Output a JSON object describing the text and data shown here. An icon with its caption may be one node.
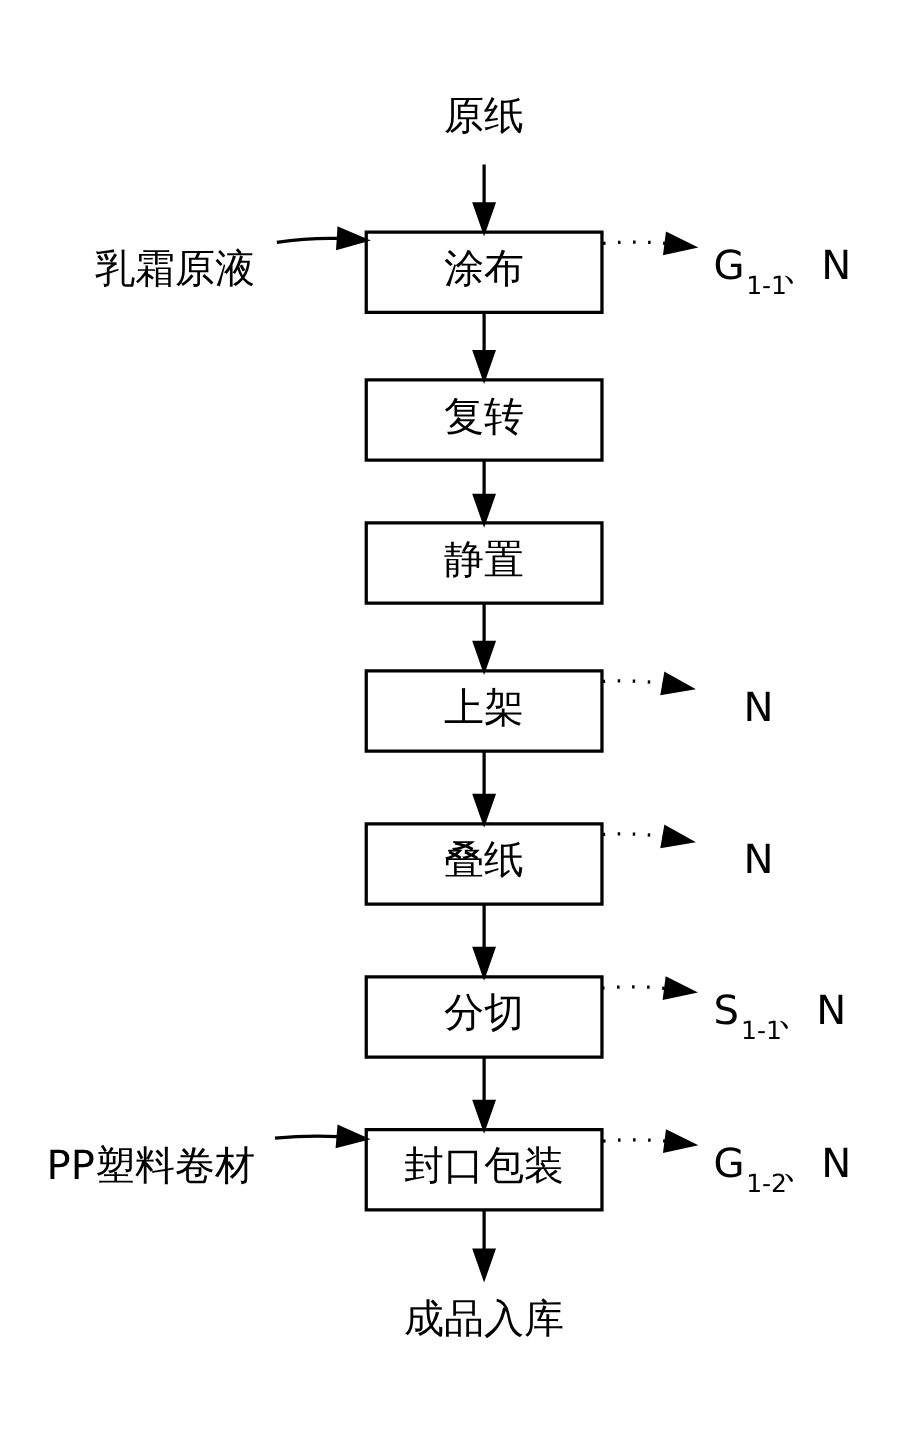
{
  "diagram": {
    "nodes": [
      {
        "text": [
          "原纸"
        ]
      },
      {
        "text": [
          "乳霜原液"
        ]
      },
      {
        "text": [
          "涂布"
        ]
      },
      {
        "text": [
          "G$_{1-1}$、N"
        ]
      },
      {
        "text": [
          "复转"
        ]
      },
      {
        "text": [
          "静置"
        ]
      },
      {
        "text": [
          "上架"
        ]
      },
      {
        "text": [
          "N"
        ]
      },
      {
        "text": [
          "叠纸"
        ]
      },
      {
        "text": [
          "N"
        ]
      },
      {
        "text": [
          "分切"
        ]
      },
      {
        "text": [
          "S$_{1-1}$、N"
        ]
      },
      {
        "text": [
          "PP塑料卷材"
        ]
      },
      {
        "text": [
          "封口包装"
        ]
      },
      {
        "text": [
          "G$_{1-2}$、N"
        ]
      },
      {
        "text": [
          "成品入库"
        ]
      }
    ],
    "edges": [
      {
        "from": 0,
        "to": 2,
        "arrow": "to"
      },
      {
        "from": 1,
        "to": 2,
        "arrow": "to"
      },
      {
        "from": 2,
        "to": 3,
        "arrow": "to",
        "style": "dashed"
      },
      {
        "from": 2,
        "to": 4,
        "arrow": "to"
      },
      {
        "from": 4,
        "to": 5,
        "arrow": "to"
      },
      {
        "from": 5,
        "to": 6,
        "arrow": "to"
      },
      {
        "from": 6,
        "to": 7,
        "arrow": "to",
        "style": "dashed"
      },
      {
        "from": 6,
        "to": 8,
        "arrow": "to"
      },
      {
        "from": 8,
        "to": 9,
        "arrow": "to",
        "style": "dashed"
      },
      {
        "from": 8,
        "to": 10,
        "arrow": "to"
      },
      {
        "from": 10,
        "to": 11,
        "arrow": "to",
        "style": "dashed"
      },
      {
        "from": 10,
        "to": 13,
        "arrow": "to"
      },
      {
        "from": 12,
        "to": 13,
        "arrow": "to"
      },
      {
        "from": 13,
        "to": 14,
        "arrow": "to",
        "style": "dashed"
      },
      {
        "from": 13,
        "to": 15,
        "arrow": "to"
      }
    ]
  }
}
